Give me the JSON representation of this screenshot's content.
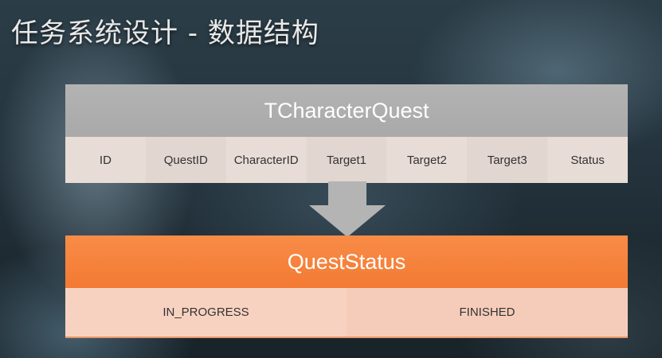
{
  "slide": {
    "title": "任务系统设计 - 数据结构"
  },
  "character_quest_table": {
    "name": "TCharacterQuest",
    "fields": [
      "ID",
      "QuestID",
      "CharacterID",
      "Target1",
      "Target2",
      "Target3",
      "Status"
    ]
  },
  "quest_status_enum": {
    "name": "QuestStatus",
    "values": [
      "IN_PROGRESS",
      "FINISHED"
    ]
  },
  "colors": {
    "table_header": "#aaaaaa",
    "enum_header": "#f47d36",
    "arrow": "#b4b4b4"
  },
  "icons": [
    "down-arrow-icon"
  ]
}
